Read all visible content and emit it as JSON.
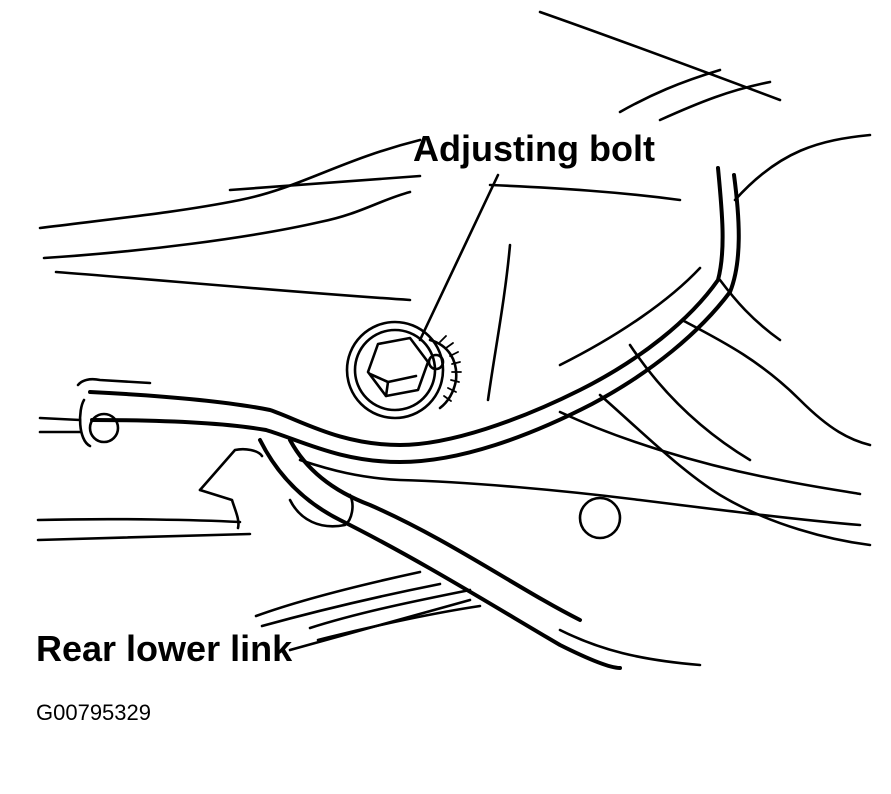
{
  "labels": {
    "adjusting_bolt": "Adjusting bolt",
    "rear_lower_link": "Rear lower link"
  },
  "figure_id": "G00795329",
  "colors": {
    "line": "#000000",
    "background": "#ffffff"
  }
}
